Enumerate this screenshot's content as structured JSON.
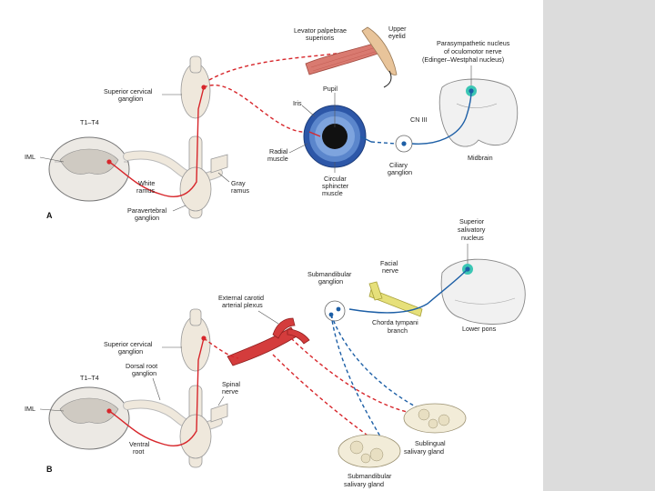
{
  "panel_a": {
    "tag": "A",
    "labels": {
      "levator": [
        "Levator palpebrae",
        "superioris"
      ],
      "upper_eyelid": [
        "Upper",
        "eyelid"
      ],
      "parasym_nucleus": [
        "Parasympathetic nucleus",
        "of oculomotor nerve",
        "(Edinger–Westphal nucleus)"
      ],
      "sup_cervical": [
        "Superior cervical",
        "ganglion"
      ],
      "pupil": "Pupil",
      "iris": "Iris",
      "t1t4": "T1–T4",
      "iml": "IML",
      "cn3": "CN III",
      "radial": [
        "Radial",
        "muscle"
      ],
      "ciliary": [
        "Ciliary",
        "ganglion"
      ],
      "midbrain": "Midbrain",
      "white_ramus": [
        "White",
        "ramus"
      ],
      "gray_ramus": [
        "Gray",
        "ramus"
      ],
      "circular": [
        "Circular",
        "sphincter",
        "muscle"
      ],
      "paravertebral": [
        "Paravertebral",
        "ganglion"
      ]
    }
  },
  "panel_b": {
    "tag": "B",
    "labels": {
      "sup_salivatory": [
        "Superior",
        "salivatory",
        "nucleus"
      ],
      "submandibular_ganglion": [
        "Submandibular",
        "ganglion"
      ],
      "facial": [
        "Facial",
        "nerve"
      ],
      "ext_carotid": [
        "External carotid",
        "arterial plexus"
      ],
      "chorda": [
        "Chorda tympani",
        "branch"
      ],
      "lower_pons": "Lower pons",
      "sup_cervical": [
        "Superior cervical",
        "ganglion"
      ],
      "t1t4": "T1–T4",
      "dorsal_root": [
        "Dorsal root",
        "ganglion"
      ],
      "spinal_nerve": [
        "Spinal",
        "nerve"
      ],
      "iml": "IML",
      "ventral_root": [
        "Ventral",
        "root"
      ],
      "sublingual": [
        "Sublingual",
        "salivary gland"
      ],
      "submandibular_gland": [
        "Submandibular",
        "salivary gland"
      ]
    }
  },
  "colors": {
    "sympathetic": "#d7262b",
    "parasympathetic": "#1d5fa6",
    "nucleus": "#3cc6b4",
    "background": "#d9d9d9"
  }
}
